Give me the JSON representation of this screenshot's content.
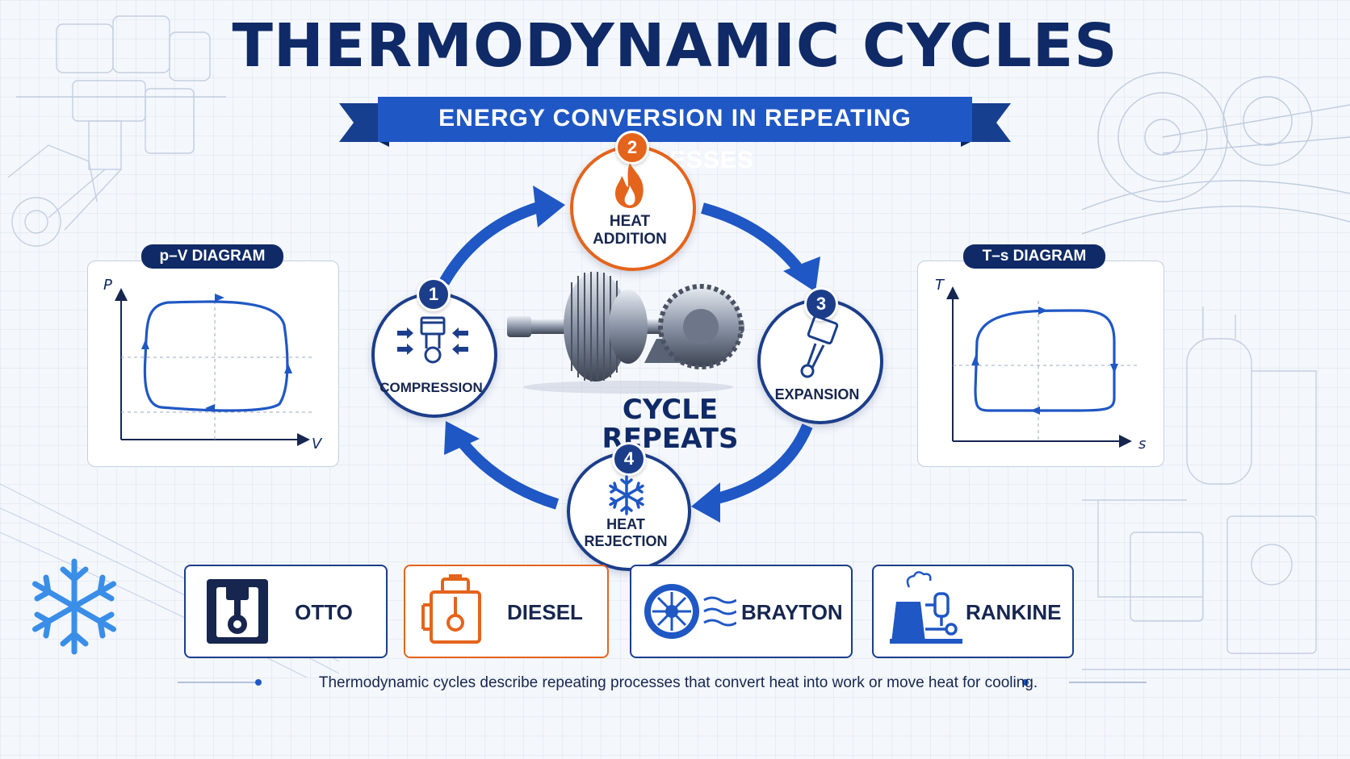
{
  "title": "THERMODYNAMIC CYCLES",
  "subtitle": "ENERGY CONVERSION IN REPEATING PROCESSES",
  "pv_diagram": {
    "label": "p–V DIAGRAM",
    "y_axis": "P",
    "x_axis": "V"
  },
  "ts_diagram": {
    "label": "T–s DIAGRAM",
    "y_axis": "T",
    "x_axis": "s"
  },
  "center_label": {
    "line1": "CYCLE",
    "line2": "REPEATS"
  },
  "steps": [
    {
      "number": "1",
      "label_line1": "COMPRESSION",
      "label_line2": "",
      "icon": "piston-compression-icon",
      "color": "#1c3e8a"
    },
    {
      "number": "2",
      "label_line1": "HEAT",
      "label_line2": "ADDITION",
      "icon": "flame-icon",
      "color": "#e4641c"
    },
    {
      "number": "3",
      "label_line1": "EXPANSION",
      "label_line2": "",
      "icon": "piston-expansion-icon",
      "color": "#1c3e8a"
    },
    {
      "number": "4",
      "label_line1": "HEAT",
      "label_line2": "REJECTION",
      "icon": "snowflake-icon",
      "color": "#1c3e8a"
    }
  ],
  "cycle_types": [
    {
      "name": "OTTO",
      "icon": "engine-block-icon"
    },
    {
      "name": "DIESEL",
      "icon": "diesel-engine-icon",
      "accent": "#e4641c"
    },
    {
      "name": "BRAYTON",
      "icon": "turbine-icon"
    },
    {
      "name": "RANKINE",
      "icon": "power-plant-icon"
    }
  ],
  "footer": "Thermodynamic cycles describe repeating processes that convert heat into work or move heat for cooling.",
  "colors": {
    "navy": "#0f2a66",
    "blue": "#1c4fb0",
    "orange": "#e4641c"
  }
}
